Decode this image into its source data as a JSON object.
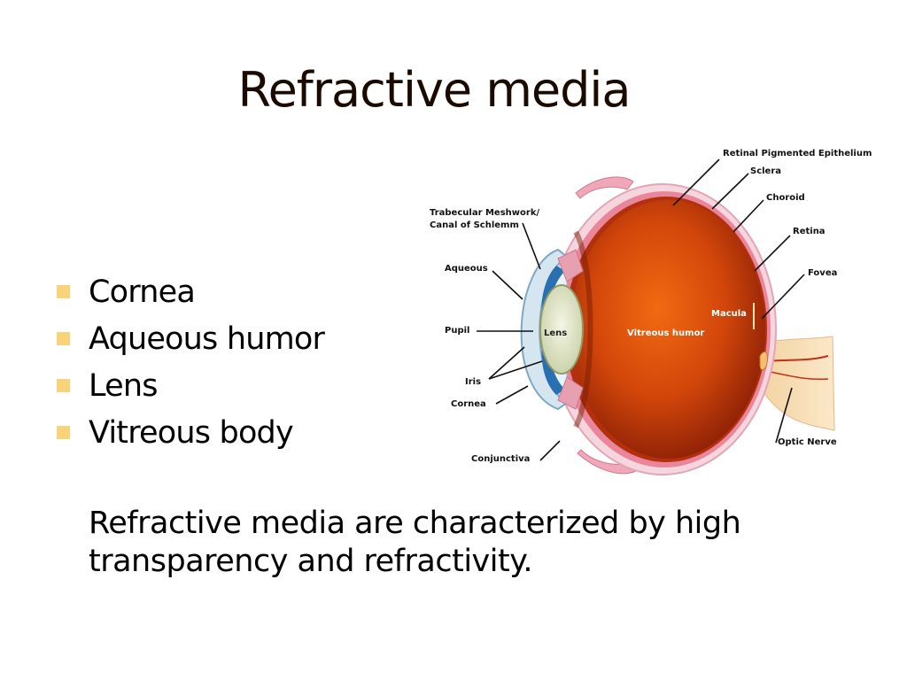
{
  "slide": {
    "title": "Refractive media",
    "bullets": [
      "Cornea",
      "Aqueous humor",
      "Lens",
      "Vitreous body"
    ],
    "description": "Refractive media are characterized by high transparency and refractivity."
  },
  "diagram": {
    "labels": {
      "retinal_pigmented_epithelium": "Retinal Pigmented Epithelium",
      "sclera": "Sclera",
      "choroid": "Choroid",
      "retina": "Retina",
      "fovea": "Fovea",
      "macula": "Macula",
      "trabecular_line1": "Trabecular Meshwork/",
      "trabecular_line2": "Canal of Schlemm",
      "aqueous": "Aqueous",
      "pupil": "Pupil",
      "lens": "Lens",
      "vitreous_humor": "Vitreous humor",
      "iris": "Iris",
      "cornea": "Cornea",
      "conjunctiva": "Conjunctiva",
      "optic_nerve": "Optic Nerve"
    }
  },
  "colors": {
    "bullet": "#f9d37a",
    "vitreous": "#c83c08",
    "sclera": "#f3cdd6",
    "lens": "#e7ebcf"
  }
}
